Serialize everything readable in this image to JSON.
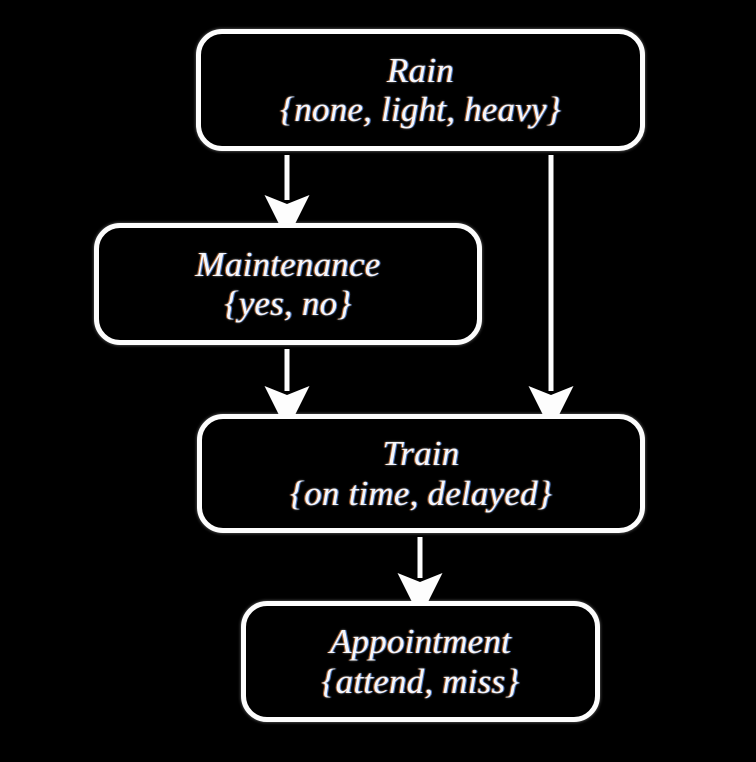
{
  "diagram": {
    "kind": "bayesian-network",
    "background_color": "#000000",
    "node_border_color": "#fdfdfd",
    "text_color": "#f6f7fb",
    "edge_color": "#fdfdfd",
    "nodes": [
      {
        "id": "rain",
        "title": "Rain",
        "states": "{none, light, heavy}",
        "state_list": [
          "none",
          "light",
          "heavy"
        ]
      },
      {
        "id": "maintenance",
        "title": "Maintenance",
        "states": "{yes, no}",
        "state_list": [
          "yes",
          "no"
        ]
      },
      {
        "id": "train",
        "title": "Train",
        "states": "{on time, delayed}",
        "state_list": [
          "on time",
          "delayed"
        ]
      },
      {
        "id": "appointment",
        "title": "Appointment",
        "states": "{attend, miss}",
        "state_list": [
          "attend",
          "miss"
        ]
      }
    ],
    "edges": [
      {
        "id": "rain-to-maintenance",
        "from": "Rain",
        "to": "Maintenance"
      },
      {
        "id": "rain-to-train",
        "from": "Rain",
        "to": "Train"
      },
      {
        "id": "maintenance-to-train",
        "from": "Maintenance",
        "to": "Train"
      },
      {
        "id": "train-to-appointment",
        "from": "Train",
        "to": "Appointment"
      }
    ]
  }
}
